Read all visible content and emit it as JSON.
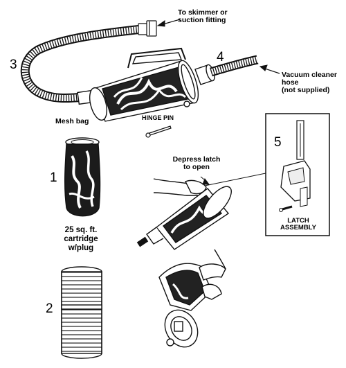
{
  "callouts": {
    "skimmer": "To skimmer or\nsuction fitting",
    "vacuum_hose": "Vacuum cleaner hose\n(not supplied)",
    "mesh_bag": "Mesh bag",
    "hinge_pin": "HINGE PIN",
    "depress_latch": "Depress latch\nto open",
    "cartridge": "25 sq. ft.\ncartridge\nw/plug",
    "latch_assembly": "LATCH\nASSEMBLY"
  },
  "part_numbers": {
    "n1": "1",
    "n2": "2",
    "n3": "3",
    "n4": "4",
    "n5": "5"
  }
}
